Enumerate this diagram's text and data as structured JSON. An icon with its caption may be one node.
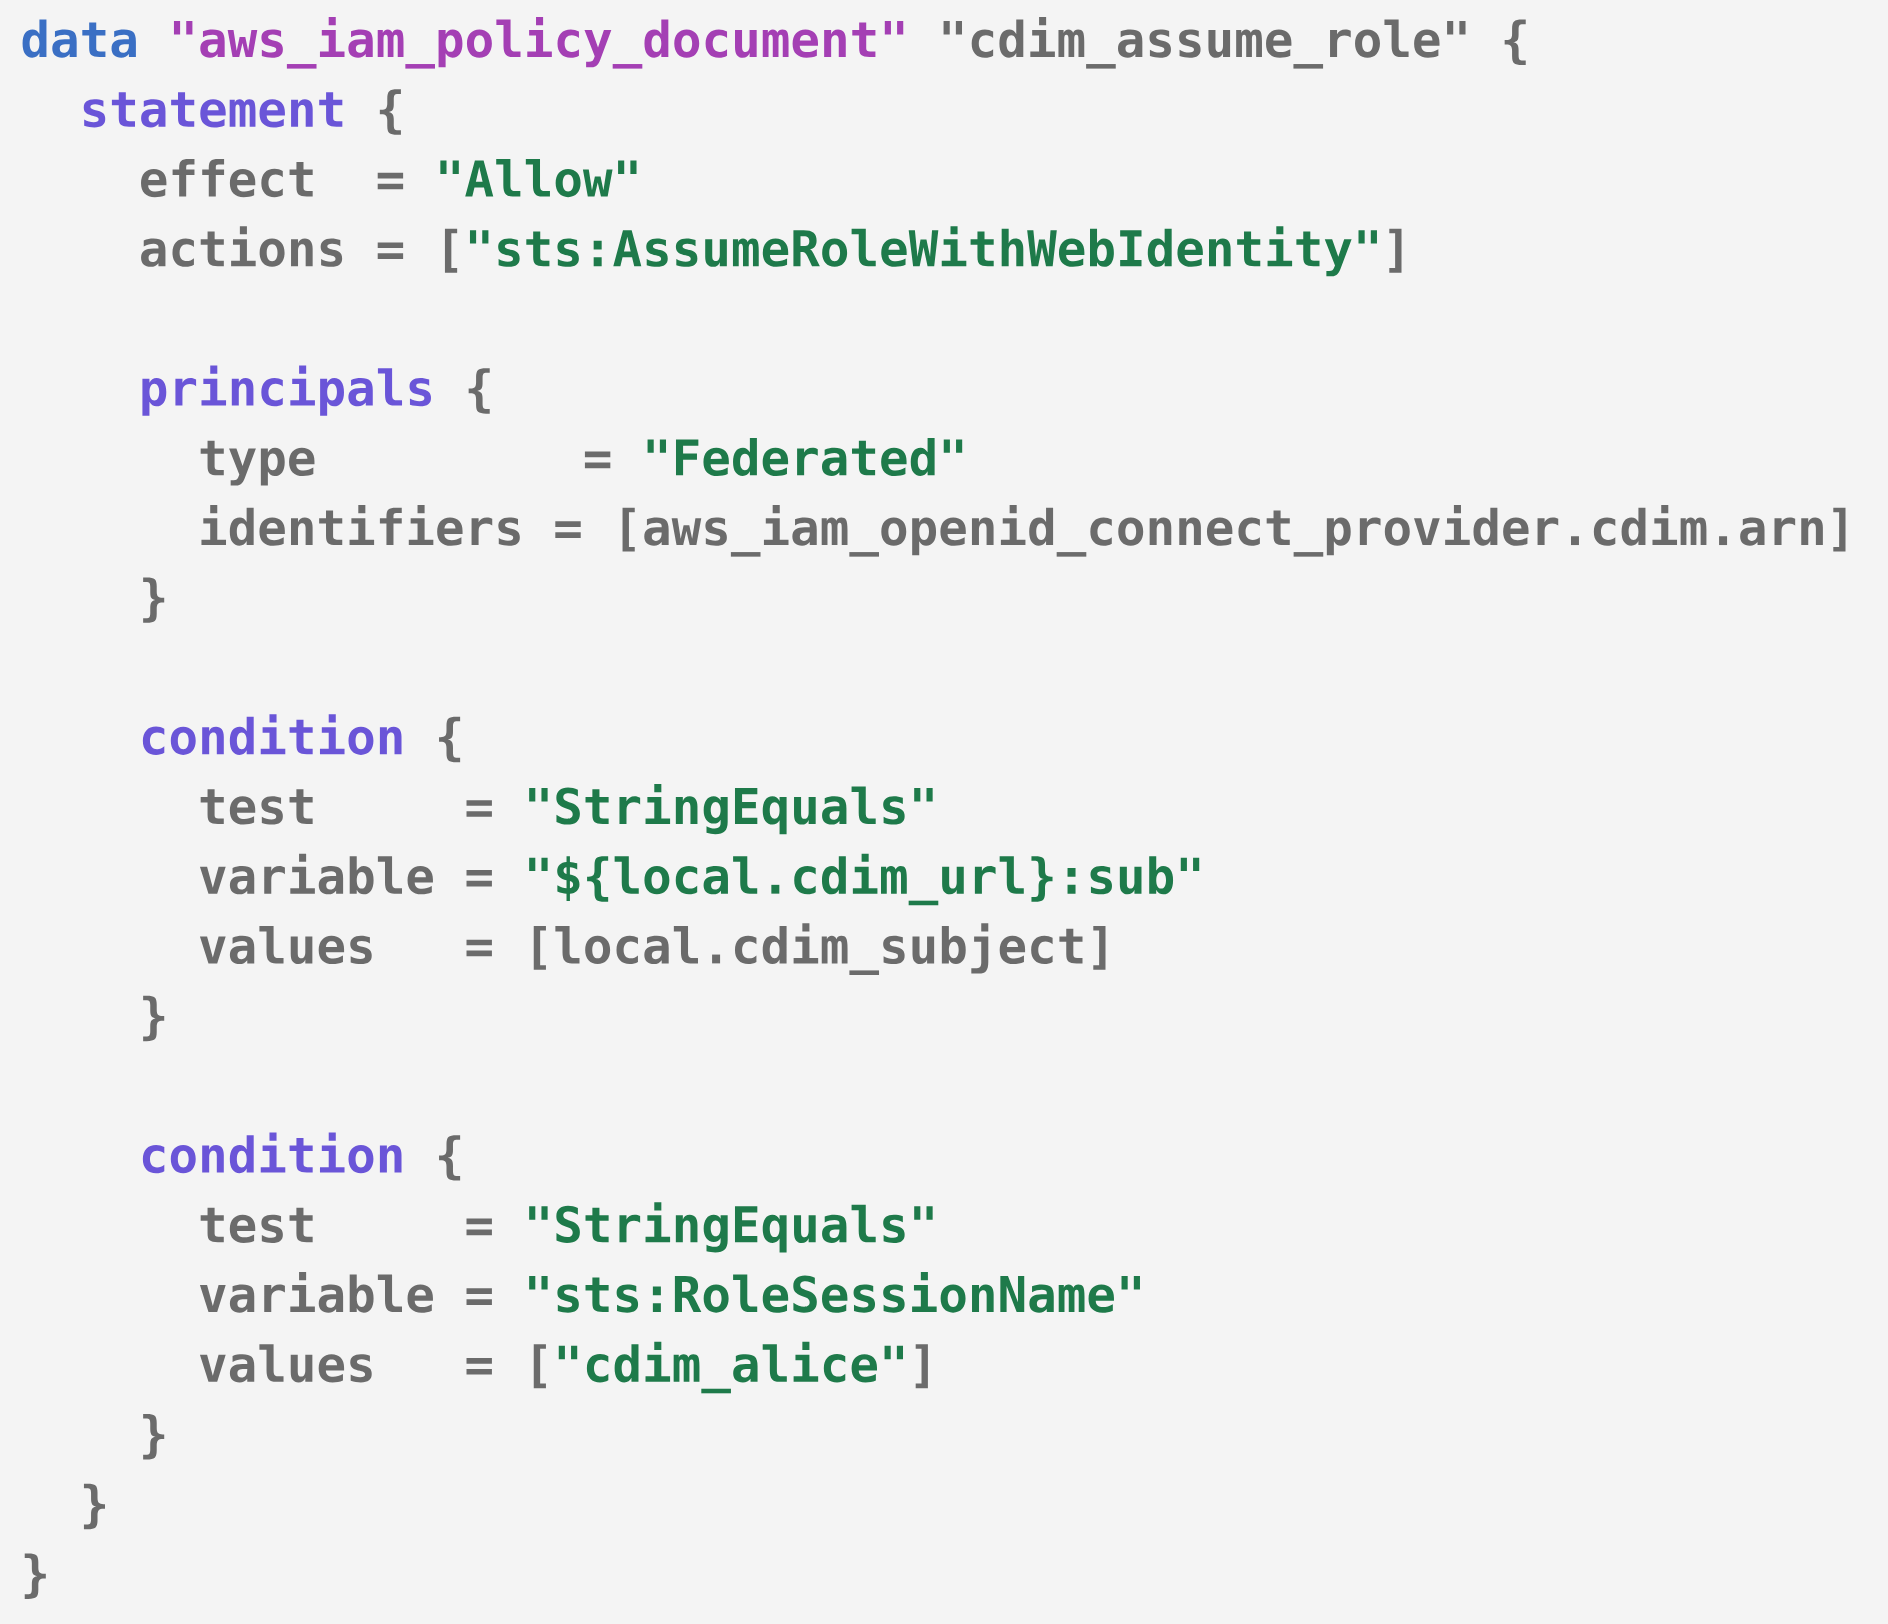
{
  "diagram": {
    "labels": [
      "data",
      "\"aws_iam_policy_document\"",
      "\"cdim_assume_role\"",
      "{",
      "statement",
      "{",
      "effect",
      "=",
      "\"Allow\"",
      "actions",
      "=",
      "[",
      "\"sts:AssumeRoleWithWebIdentity\"",
      "]",
      "principals",
      "{",
      "type",
      "=",
      "\"Federated\"",
      "identifiers",
      "=",
      "[",
      "aws_iam_openid_connect_provider.cdim.arn",
      "]",
      "}",
      "condition",
      "{",
      "test",
      "=",
      "\"StringEquals\"",
      "variable",
      "=",
      "\"${local.cdim_url}:sub\"",
      "values",
      "=",
      "[",
      "local.cdim_subject",
      "]",
      "}",
      "condition",
      "{",
      "test",
      "=",
      "\"StringEquals\"",
      "variable",
      "=",
      "\"sts:RoleSessionName\"",
      "values",
      "=",
      "[",
      "\"cdim_alice\"",
      "]",
      "}",
      "}",
      "}"
    ]
  }
}
